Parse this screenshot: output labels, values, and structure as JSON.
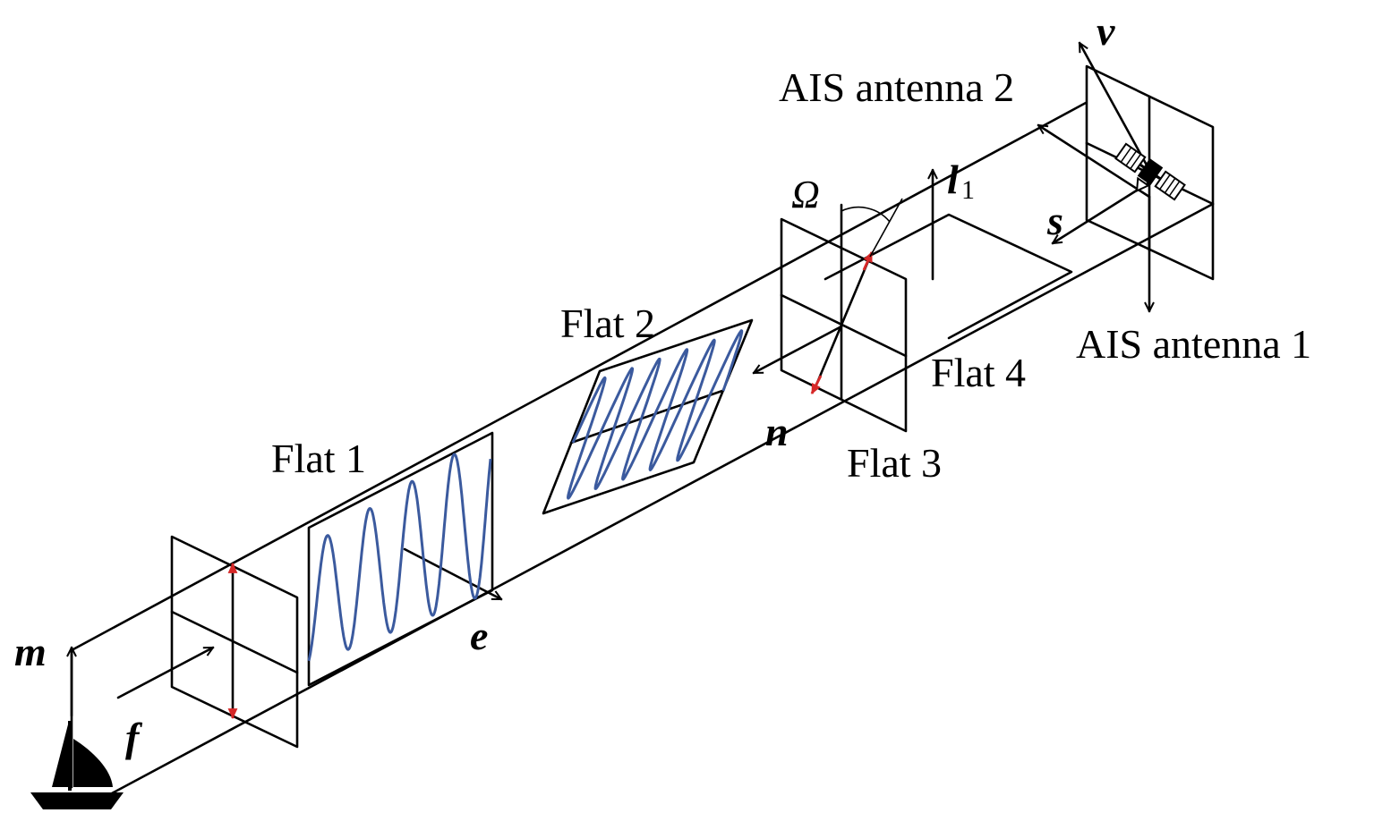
{
  "labels": {
    "flat1": "Flat 1",
    "flat2": "Flat 2",
    "flat3": "Flat 3",
    "flat4": "Flat 4",
    "ais_antenna_1": "AIS antenna 1",
    "ais_antenna_2": "AIS antenna 2"
  },
  "vectors": {
    "m": "m",
    "f": "f",
    "e": "e",
    "n": "n",
    "s": "s",
    "v": "v",
    "l": "l",
    "l_subscript": "1",
    "omega": "Ω"
  },
  "icons": {
    "ship": "sailboat-icon",
    "satellite": "satellite-icon"
  },
  "colors": {
    "lines": "#000000",
    "wave": "#3b5a9e",
    "polarization": "#d62828"
  }
}
